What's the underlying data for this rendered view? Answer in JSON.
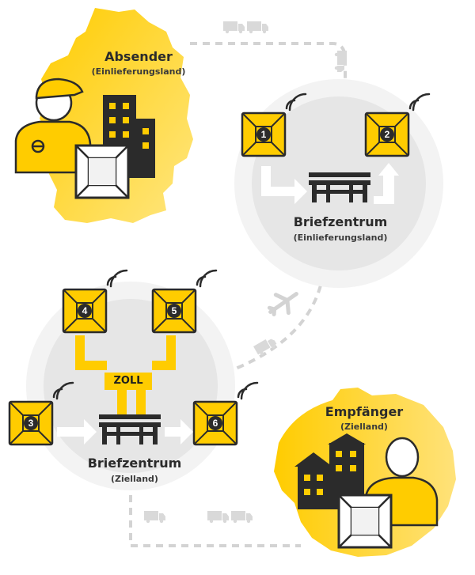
{
  "sender": {
    "title": "Absender",
    "subtitle": "(Einlieferungsland)"
  },
  "hub_origin": {
    "title": "Briefzentrum",
    "subtitle": "(Einlieferungsland)"
  },
  "hub_dest": {
    "title": "Briefzentrum",
    "subtitle": "(Zielland)"
  },
  "recipient": {
    "title": "Empfänger",
    "subtitle": "(Zielland)"
  },
  "customs": {
    "label": "ZOLL"
  },
  "steps": [
    "1",
    "2",
    "3",
    "4",
    "5",
    "6"
  ],
  "colors": {
    "yellow": "#ffcc00",
    "light_yellow": "#ffe680",
    "dark": "#2b2b2b",
    "gray_circle": "#e8e8e8",
    "dash": "#d3d3d3"
  },
  "icons": [
    "postman-icon",
    "buildings-icon",
    "parcel-icon",
    "truck-icon",
    "plane-icon",
    "sorting-machine-icon",
    "signal-waves-icon",
    "person-icon",
    "customs-icon"
  ]
}
